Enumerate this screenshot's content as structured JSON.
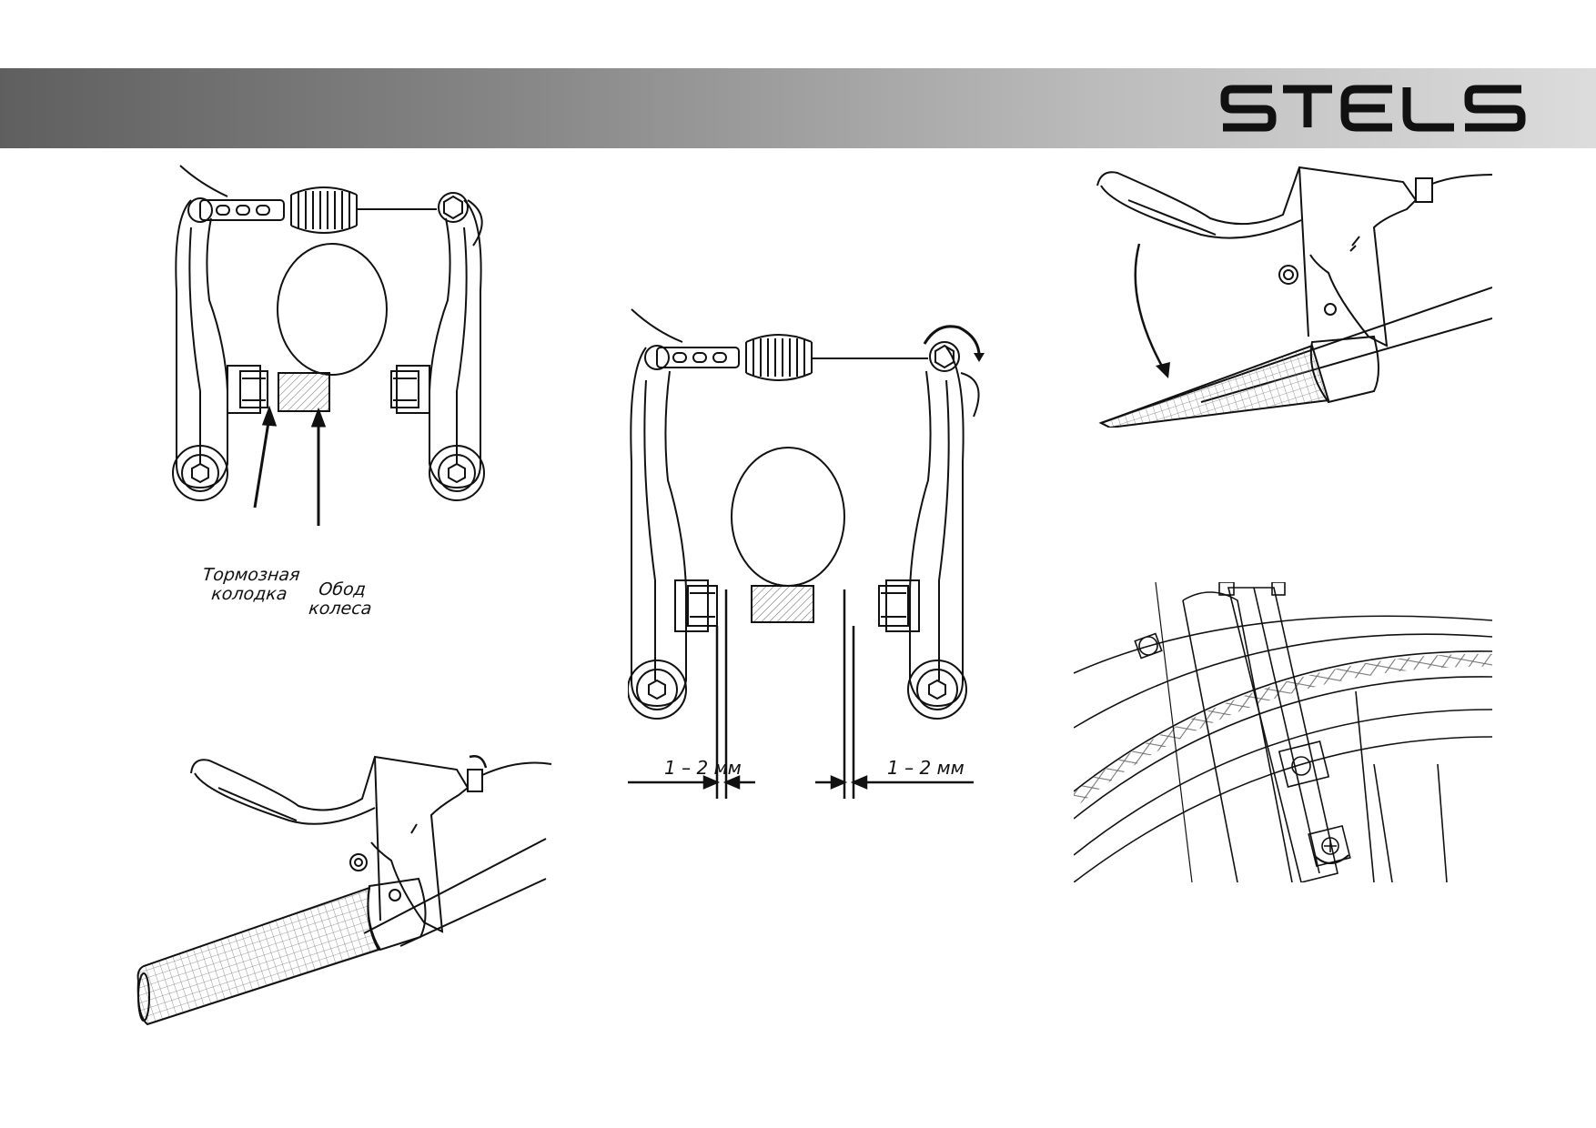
{
  "brand": {
    "logo_text": "STELS"
  },
  "figures": {
    "vbrake_pads": {
      "pad_label_line1": "Тормозная",
      "pad_label_line2": "колодка",
      "rim_label_line1": "Обод",
      "rim_label_line2": "колеса"
    },
    "vbrake_clearance": {
      "left_gap_label": "1 – 2 мм",
      "right_gap_label": "1 – 2 мм"
    }
  },
  "colors": {
    "header_dark": "#5f5f5f",
    "header_light": "#dcdcdc",
    "line": "#111111"
  }
}
